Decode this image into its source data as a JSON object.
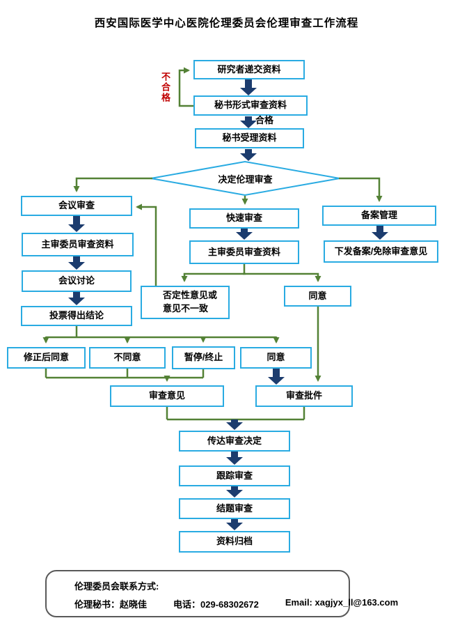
{
  "title": "西安国际医学中心医院伦理委员会伦理审查工作流程",
  "colors": {
    "box_border": "#29ABE2",
    "block_arrow": "#1C3C6E",
    "line_arrow": "#538135",
    "fail_text": "#C00000"
  },
  "labels": {
    "fail": "不合格",
    "pass": "合格"
  },
  "nodes": {
    "submit": "研究者递交资料",
    "formal_review": "秘书形式审查资料",
    "accept": "秘书受理资料",
    "decide": "决定伦理审查",
    "meeting_review": "会议审查",
    "chief_review_left": "主审委员审查资料",
    "meeting_discuss": "会议讨论",
    "vote": "投票得出结论",
    "rapid_review": "快速审查",
    "chief_review_mid": "主审委员审查资料",
    "negative_opinion_line1": "否定性意见或",
    "negative_opinion_line2": "意见不一致",
    "agree_mid": "同意",
    "record_manage": "备案管理",
    "record_issue": "下发备案/免除审查意见",
    "approve_after_revision": "修正后同意",
    "disagree": "不同意",
    "suspend_terminate": "暂停/终止",
    "agree_bottom": "同意",
    "review_opinion": "审查意见",
    "review_approval": "审查批件",
    "convey_decision": "传达审查决定",
    "follow_up_review": "跟踪审查",
    "conclusion_review": "结题审查",
    "archive": "资料归档"
  },
  "contact": {
    "header": "伦理委员会联系方式:",
    "secretary": "伦理秘书：赵晓佳",
    "phone": "电话：029-68302672",
    "email": "Email: xagjyx_ll@163.com"
  }
}
